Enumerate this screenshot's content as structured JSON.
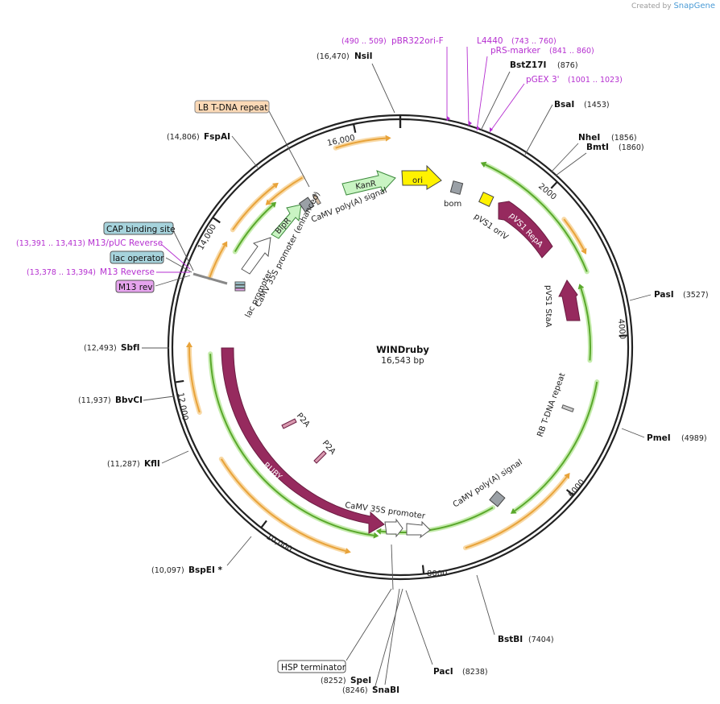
{
  "brand": {
    "prefix": "Created by",
    "name": "SnapGene"
  },
  "plasmid": {
    "name": "WINDruby",
    "size_label": "16,543 bp"
  },
  "ticks": [
    "2000",
    "4000",
    "6000",
    "8000",
    "10,000",
    "12,000",
    "14,000",
    "16,000"
  ],
  "sites": [
    {
      "name": "NsiI",
      "pos": "(16,470)"
    },
    {
      "name": "BstZ17I",
      "pos": "(876)"
    },
    {
      "name": "BsaI",
      "pos": "(1453)"
    },
    {
      "name": "NheI",
      "pos": "(1856)"
    },
    {
      "name": "BmtI",
      "pos": "(1860)"
    },
    {
      "name": "PasI",
      "pos": "(3527)"
    },
    {
      "name": "PmeI",
      "pos": "(4989)"
    },
    {
      "name": "BstBI",
      "pos": "(7404)"
    },
    {
      "name": "PacI",
      "pos": "(8238)"
    },
    {
      "name": "SpeI",
      "pos": "(8252)"
    },
    {
      "name": "SnaBI",
      "pos": "(8246)"
    },
    {
      "name": "BspEI *",
      "pos": "(10,097)"
    },
    {
      "name": "KflI",
      "pos": "(11,287)"
    },
    {
      "name": "BbvCI",
      "pos": "(11,937)"
    },
    {
      "name": "SbfI",
      "pos": "(12,493)"
    },
    {
      "name": "FspAI",
      "pos": "(14,806)"
    }
  ],
  "primers": [
    {
      "name": "pBR322ori-F",
      "pos": "(490 .. 509)"
    },
    {
      "name": "L4440",
      "pos": "(743 .. 760)"
    },
    {
      "name": "pRS-marker",
      "pos": "(841 .. 860)"
    },
    {
      "name": "pGEX 3'",
      "pos": "(1001 .. 1023)"
    },
    {
      "name": "M13/pUC Reverse",
      "pos": "(13,391 .. 13,413)"
    },
    {
      "name": "M13 Reverse",
      "pos": "(13,378 .. 13,394)"
    }
  ],
  "boxed": [
    {
      "name": "LB T-DNA repeat"
    },
    {
      "name": "CAP binding site"
    },
    {
      "name": "lac operator"
    },
    {
      "name": "M13 rev"
    },
    {
      "name": "HSP terminator"
    }
  ],
  "features": {
    "ori": "ori",
    "kanr": "KanR",
    "blpr": "BlpR",
    "repa": "pVS1 RepA",
    "staa": "pVS1 StaA",
    "ruby": "RUBY",
    "bom": "bom",
    "pvs1_oriv": "pVS1 oriV",
    "polya_top": "CaMV poly(A) signal",
    "p35s_enh": "CaMV 35S promoter (enhanced)",
    "lac_promoter": "lac promoter",
    "rb_repeat": "RB T-DNA repeat",
    "polya_bottom": "CaMV poly(A) signal",
    "p35s": "CaMV 35S promoter",
    "p2a_1": "P2A",
    "p2a_2": "P2A"
  },
  "colors": {
    "backbone": "#222222",
    "orf_orange": "#e8a33a",
    "orf_green": "#5aa82c",
    "repa": "#962a5e",
    "ori": "#fff200",
    "kanr": "#c9f4c3",
    "primer": "#b52fd0",
    "lb_box": "#fbd9b6",
    "blue_box": "#a6d3dc",
    "m13_box": "#e6a4ee"
  }
}
